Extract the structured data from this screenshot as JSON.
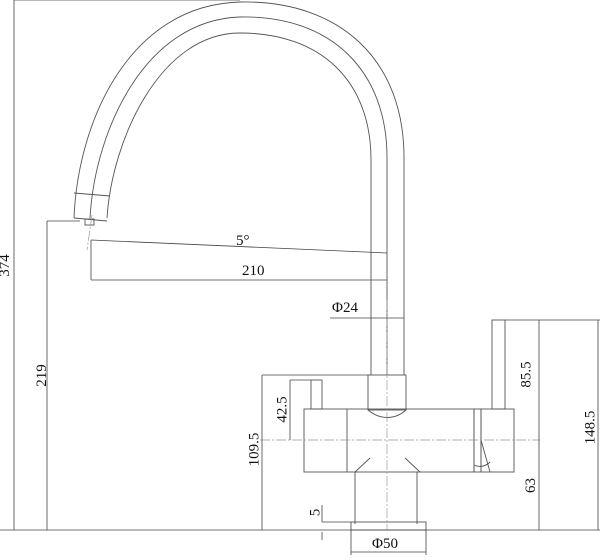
{
  "drawing": {
    "title": "Faucet technical drawing (side elevation)",
    "line_color": "#555555",
    "dimensions": {
      "overall_height": "374",
      "spout_outlet_height": "219",
      "spout_angle": "5°",
      "spout_reach": "210",
      "spout_diameter": "Φ24",
      "body_height": "109.5",
      "left_handle_height": "42.5",
      "base_offset": "5",
      "base_diameter": "Φ50",
      "right_handle_upper": "85.5",
      "right_handle_total": "148.5",
      "right_axis_height": "63"
    }
  }
}
